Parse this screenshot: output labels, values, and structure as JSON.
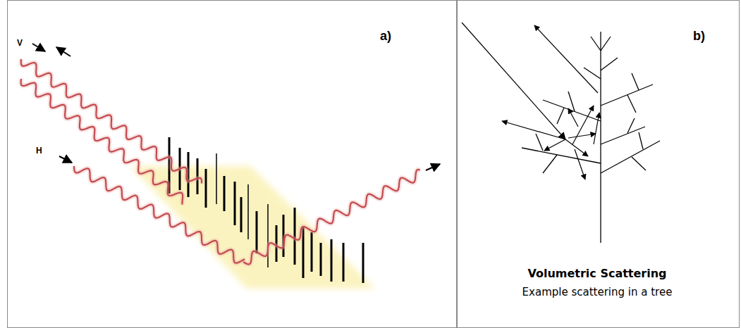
{
  "diagram": {
    "nodes": [
      {
        "text": [
          "a)"
        ]
      },
      {
        "text": [
          "b)",
          "Volumetric Scattering",
          "Example scattering in a tree"
        ]
      }
    ],
    "labels": [
      "V",
      "H"
    ]
  }
}
